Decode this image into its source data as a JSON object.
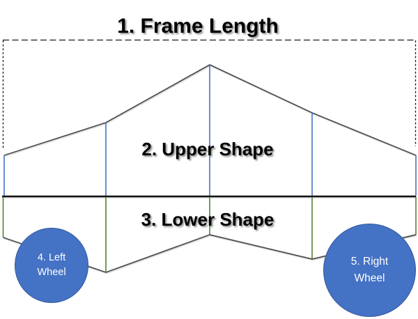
{
  "diagram": {
    "title": "1. Frame Length",
    "upper_shape_label": "2. Upper Shape",
    "lower_shape_label": "3. Lower Shape",
    "left_wheel": {
      "line1": "4. Left",
      "line2": "Wheel"
    },
    "right_wheel": {
      "line1": "5. Right",
      "line2": "Wheel"
    },
    "colors": {
      "wheel_fill": "#4472C4",
      "wheel_border": "#34589E",
      "wheel_text": "#FFFFFF",
      "upper_guide_lines": "#4472C4",
      "lower_guide_lines": "#538135",
      "body_outline": "#4D4D4D",
      "divider_line": "#141414",
      "dashed_frame": "#1A1A1A",
      "label_text": "#000000",
      "background": "#FFFFFF"
    }
  }
}
